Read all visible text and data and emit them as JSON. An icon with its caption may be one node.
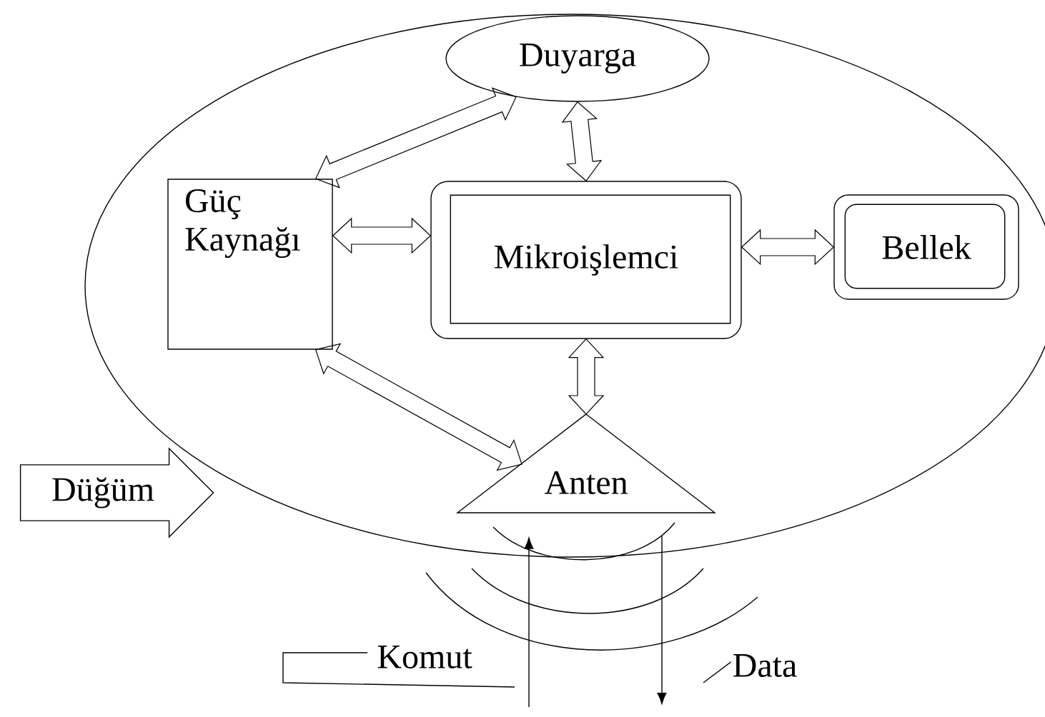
{
  "diagram": {
    "nodes": [
      {
        "text": [],
        "shape": "ellipse"
      },
      {
        "text": [
          "Duyarga"
        ],
        "in": 0
      },
      {
        "text": [
          "Güç Kaynağı"
        ],
        "in": 0
      },
      {
        "text": [
          "Mikroişlemci"
        ],
        "in": 0
      },
      {
        "text": [
          "Bellek"
        ],
        "in": 0
      },
      {
        "text": [
          "Anten"
        ],
        "in": 0
      },
      {
        "text": [
          "Düğüm"
        ]
      }
    ],
    "edges": [
      {
        "from": 2,
        "to": 1,
        "arrow": "both",
        "style": "thick"
      },
      {
        "from": 1,
        "to": 3,
        "arrow": "both",
        "style": "thick"
      },
      {
        "from": 2,
        "to": 3,
        "arrow": "both",
        "style": "thick"
      },
      {
        "from": 3,
        "to": 4,
        "arrow": "both",
        "style": "thick"
      },
      {
        "from": 2,
        "to": 5,
        "arrow": "both",
        "style": "thick"
      },
      {
        "from": 3,
        "to": 5,
        "arrow": "both",
        "style": "thick"
      },
      {
        "from": null,
        "to": 5,
        "arrow": "to",
        "label": "Komut"
      },
      {
        "from": 5,
        "to": null,
        "arrow": "to",
        "label": "Data"
      }
    ]
  }
}
